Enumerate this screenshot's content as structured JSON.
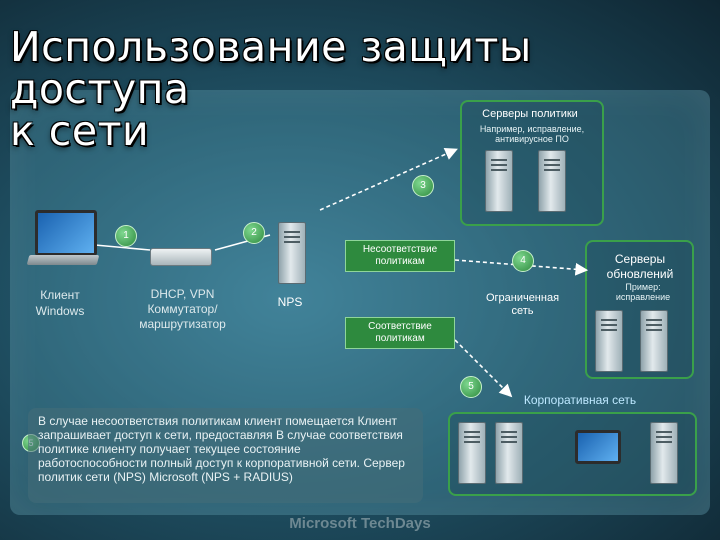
{
  "title_line1": "Использование защиты доступа",
  "title_line2": "к сети",
  "policy_servers": {
    "title": "Серверы политики",
    "subtitle": "Например, исправление, антивирусное ПО"
  },
  "update_servers": {
    "title": "Серверы обновлений",
    "subtitle": "Пример: исправление"
  },
  "steps": [
    "1",
    "2",
    "3",
    "4",
    "5"
  ],
  "client": {
    "label": "Клиент Windows"
  },
  "access_device": {
    "label": "DHCP, VPN Коммутатор/ маршрутизатор"
  },
  "nps": {
    "label": "NPS"
  },
  "noncompliant": "Несоответствие политикам",
  "compliant": "Соответствие политикам",
  "restricted_network": "Ограниченная сеть",
  "corporate_network": "Корпоративная сеть",
  "note_text": "В случае несоответствия политикам клиент помещается Клиент запрашивает доступ к сети, предоставляя В случае соответствия политике клиенту получает текущее состояние работоспособности полный доступ к корпоративной сети. Сервер политик сети (NPS) Microsoft (NPS + RADIUS)",
  "footer": "Microsoft TechDays"
}
